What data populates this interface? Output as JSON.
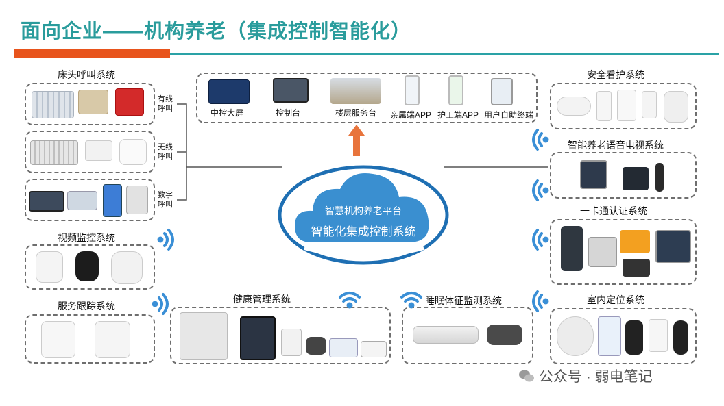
{
  "title": "面向企业——机构养老（集成控制智能化）",
  "center": {
    "platform": "智慧机构养老平台",
    "system": "智能化集成控制系统"
  },
  "top_panel": {
    "items": [
      {
        "label": "中控大屏",
        "icon": "dashboard-screen-icon"
      },
      {
        "label": "控制台",
        "icon": "monitor-console-icon"
      },
      {
        "label": "楼层服务台",
        "icon": "service-desk-icon"
      },
      {
        "label": "亲属端APP",
        "icon": "phone-app-icon"
      },
      {
        "label": "护工端APP",
        "icon": "phone-app-icon"
      },
      {
        "label": "用户自助终端",
        "icon": "kiosk-terminal-icon"
      }
    ]
  },
  "left": {
    "call_system": {
      "title": "床头呼叫系统",
      "rows": [
        {
          "label": "有线\n呼叫"
        },
        {
          "label": "无线\n呼叫"
        },
        {
          "label": "数字\n呼叫"
        }
      ]
    },
    "video": {
      "title": "视频监控系统"
    },
    "tracking": {
      "title": "服务跟踪系统"
    }
  },
  "bottom": {
    "health": {
      "title": "健康管理系统"
    },
    "sleep": {
      "title": "睡眠体征监测系统"
    }
  },
  "right": {
    "security": {
      "title": "安全看护系统"
    },
    "tv": {
      "title": "智能养老语音电视系统"
    },
    "card": {
      "title": "一卡通认证系统"
    },
    "location": {
      "title": "室内定位系统"
    }
  },
  "watermark": "公众号 · 弱电笔记",
  "colors": {
    "title": "#2a9c9c",
    "accent_orange": "#e8541c",
    "teal_rule": "#2aa2a6",
    "cloud": "#2e86c8",
    "wifi": "#3a8fd6"
  }
}
